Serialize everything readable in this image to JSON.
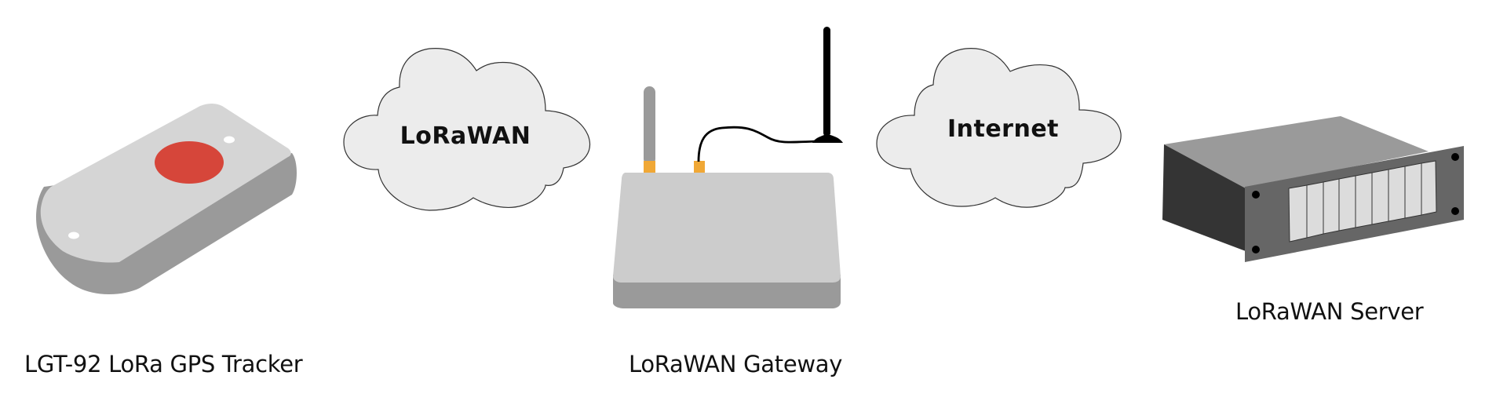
{
  "diagram": {
    "title": "LoRaWAN network architecture",
    "nodes": [
      {
        "id": "tracker",
        "label": "LGT-92 LoRa GPS Tracker",
        "icon": "gps-tracker-icon"
      },
      {
        "id": "lorawan-cloud",
        "label": "LoRaWAN",
        "icon": "cloud-icon"
      },
      {
        "id": "gateway",
        "label": "LoRaWAN Gateway",
        "icon": "gateway-icon"
      },
      {
        "id": "internet-cloud",
        "label": "Internet",
        "icon": "cloud-icon"
      },
      {
        "id": "server",
        "label": "LoRaWAN Server",
        "icon": "server-rack-icon"
      }
    ],
    "flow": [
      "tracker",
      "lorawan-cloud",
      "gateway",
      "internet-cloud",
      "server"
    ]
  },
  "colors": {
    "tracker_button": "#d6463a",
    "gateway_connector": "#f0a836",
    "cloud_fill": "#ececec",
    "device_light": "#d5d5d5",
    "device_dark": "#9a9a9a"
  }
}
